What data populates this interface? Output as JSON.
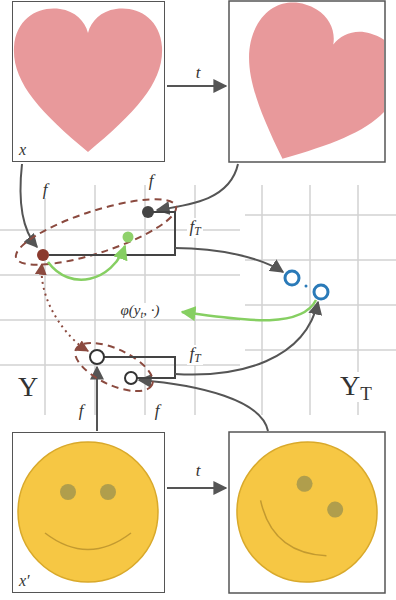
{
  "diagram": {
    "nodes": [
      {
        "text": [
          "x"
        ]
      },
      {
        "text": [
          "x′"
        ]
      }
    ],
    "labels": [
      "t",
      "f",
      "f",
      "fT",
      "φ(yt, ·)",
      "fT",
      "Y",
      "YT",
      "f",
      "f",
      "t"
    ]
  }
}
